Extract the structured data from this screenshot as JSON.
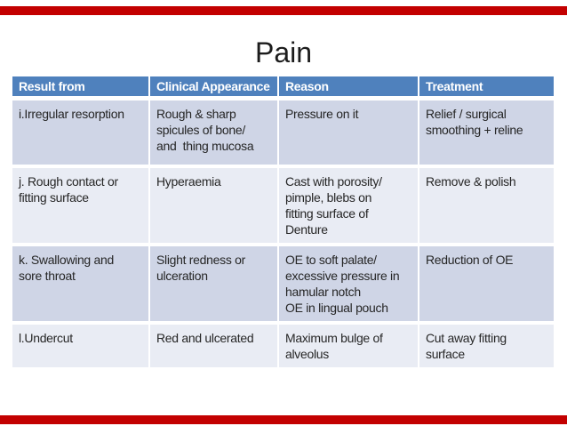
{
  "slide": {
    "title": "Pain",
    "accent_color": "#c30000",
    "background_color": "#ffffff"
  },
  "table": {
    "header_bg_color": "#4f81bd",
    "header_text_color": "#ffffff",
    "band_colors": [
      "#cfd5e6",
      "#e9ecf4"
    ],
    "headers": [
      "Result from",
      "Clinical Appearance",
      "Reason",
      "Treatment"
    ],
    "rows": [
      {
        "cells": [
          "i.Irregular resorption",
          "Rough & sharp\nspicules of bone/\nand  thing mucosa",
          "Pressure on it",
          "Relief / surgical\nsmoothing + reline"
        ]
      },
      {
        "cells": [
          "j. Rough contact or\nfitting surface",
          "Hyperaemia",
          "Cast with porosity/\npimple, blebs on\nfitting surface of\nDenture",
          "Remove & polish"
        ]
      },
      {
        "cells": [
          "k. Swallowing and\nsore throat",
          "Slight redness or\nulceration",
          "OE to soft palate/\nexcessive pressure in\nhamular notch\nOE in lingual pouch",
          "Reduction of OE"
        ]
      },
      {
        "cells": [
          "l.Undercut",
          "Red and ulcerated",
          "Maximum bulge of\nalveolus",
          "Cut away fitting\nsurface"
        ]
      }
    ]
  }
}
